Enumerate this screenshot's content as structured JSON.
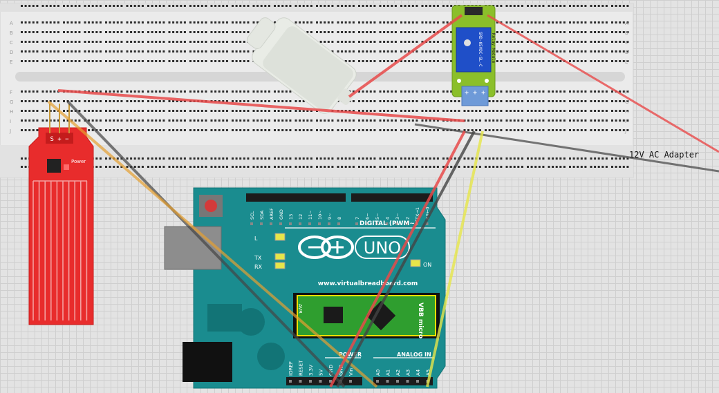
{
  "canvas": {
    "annotation": "12V AC Adapter",
    "breadboard_row_letters": [
      "A",
      "B",
      "C",
      "D",
      "E",
      "F",
      "G",
      "H",
      "I",
      "J"
    ]
  },
  "arduino": {
    "model": "UNO",
    "website": "www.virtualbreadboard.com",
    "digital_header_label": "DIGITAL (PWM~)",
    "power_header_label": "POWER",
    "analog_header_label": "ANALOG IN",
    "led_l": "L",
    "led_tx": "TX",
    "led_rx": "RX",
    "led_on": "ON",
    "digital_pins_left": [
      "SCL",
      "SDA",
      "AREF",
      "GND",
      "13",
      "12",
      "11~",
      "10~",
      "9~",
      "8"
    ],
    "digital_pins_right": [
      "7",
      "6~",
      "5~",
      "4",
      "3~",
      "2",
      "TX→1",
      "RX←0"
    ],
    "power_pins": [
      "IOREF",
      "RESET",
      "3.3V",
      "5V",
      "GND",
      "GND",
      "Vin"
    ],
    "analog_pins": [
      "A0",
      "A1",
      "A2",
      "A3",
      "A4",
      "A5"
    ],
    "chip_text": "VBB micro",
    "chip_side_text": "AVR"
  },
  "water_sensor": {
    "pin_labels": "S + −",
    "power_label": "Power"
  },
  "relay": {
    "text": "SRD-05VDC-SL-C",
    "side_text": "Relay Module"
  },
  "colors": {
    "arduino_board": "#1a8c8f",
    "sensor_board": "#e82c2c",
    "relay_board": "#8bbf2a",
    "relay_cube": "#1f4fc8",
    "breadboard": "#ebebeb",
    "wire_red": "#e84a4a",
    "wire_black": "#555555",
    "wire_yellow": "#e6e64a",
    "wire_orange": "#e6a030"
  }
}
